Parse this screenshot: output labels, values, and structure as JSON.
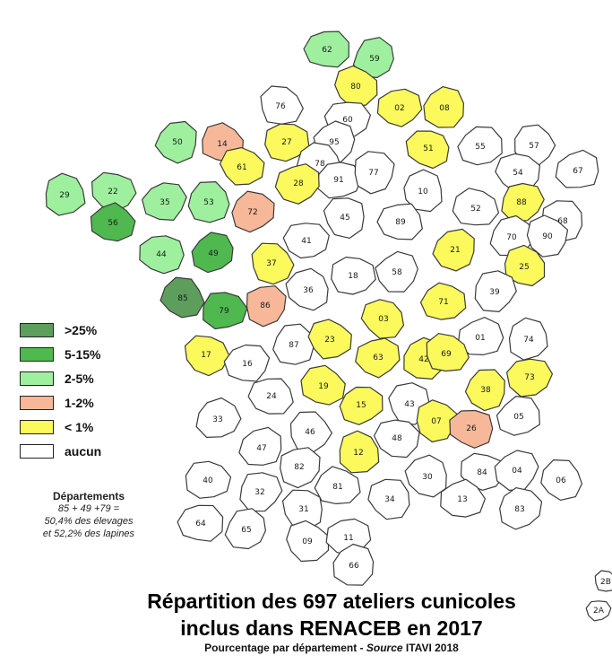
{
  "title": {
    "line1": "Répartition des 697 ateliers cunicoles",
    "line2": "inclus dans RENACEB en 2017",
    "subtitle_prefix": "Pourcentage par département - ",
    "subtitle_source_word": "Source",
    "subtitle_suffix": " ITAVI 2018"
  },
  "legend": [
    {
      "label": ">25%",
      "color": "#5d9e5d"
    },
    {
      "label": "5-15%",
      "color": "#4fb94f"
    },
    {
      "label": "2-5%",
      "color": "#9ef09e"
    },
    {
      "label": "1-2%",
      "color": "#f7b89a"
    },
    {
      "label": "< 1%",
      "color": "#fbf95c"
    },
    {
      "label": "aucun",
      "color": "#ffffff"
    }
  ],
  "note": {
    "title": "Départements",
    "line1": "85 + 49 +79 =",
    "line2": "50,4% des élevages",
    "line3": "et 52,2% des lapines"
  },
  "departments": [
    {
      "code": "62",
      "class": 2
    },
    {
      "code": "59",
      "class": 2
    },
    {
      "code": "80",
      "class": 4
    },
    {
      "code": "02",
      "class": 4
    },
    {
      "code": "08",
      "class": 4
    },
    {
      "code": "76",
      "class": 5
    },
    {
      "code": "60",
      "class": 5
    },
    {
      "code": "50",
      "class": 2
    },
    {
      "code": "14",
      "class": 3
    },
    {
      "code": "27",
      "class": 4
    },
    {
      "code": "95",
      "class": 5
    },
    {
      "code": "78",
      "class": 5
    },
    {
      "code": "91",
      "class": 5
    },
    {
      "code": "77",
      "class": 5
    },
    {
      "code": "51",
      "class": 4
    },
    {
      "code": "55",
      "class": 5
    },
    {
      "code": "57",
      "class": 5
    },
    {
      "code": "54",
      "class": 5
    },
    {
      "code": "67",
      "class": 5
    },
    {
      "code": "29",
      "class": 2
    },
    {
      "code": "22",
      "class": 2
    },
    {
      "code": "35",
      "class": 2
    },
    {
      "code": "53",
      "class": 2
    },
    {
      "code": "61",
      "class": 4
    },
    {
      "code": "28",
      "class": 4
    },
    {
      "code": "10",
      "class": 5
    },
    {
      "code": "52",
      "class": 5
    },
    {
      "code": "88",
      "class": 4
    },
    {
      "code": "68",
      "class": 5
    },
    {
      "code": "56",
      "class": 1
    },
    {
      "code": "72",
      "class": 3
    },
    {
      "code": "45",
      "class": 5
    },
    {
      "code": "89",
      "class": 5
    },
    {
      "code": "70",
      "class": 5
    },
    {
      "code": "90",
      "class": 5
    },
    {
      "code": "44",
      "class": 2
    },
    {
      "code": "49",
      "class": 1
    },
    {
      "code": "37",
      "class": 4
    },
    {
      "code": "41",
      "class": 5
    },
    {
      "code": "21",
      "class": 4
    },
    {
      "code": "25",
      "class": 4
    },
    {
      "code": "18",
      "class": 5
    },
    {
      "code": "58",
      "class": 5
    },
    {
      "code": "85",
      "class": 0
    },
    {
      "code": "79",
      "class": 1
    },
    {
      "code": "86",
      "class": 3
    },
    {
      "code": "36",
      "class": 5
    },
    {
      "code": "71",
      "class": 4
    },
    {
      "code": "39",
      "class": 5
    },
    {
      "code": "03",
      "class": 4
    },
    {
      "code": "01",
      "class": 5
    },
    {
      "code": "74",
      "class": 5
    },
    {
      "code": "17",
      "class": 4
    },
    {
      "code": "16",
      "class": 5
    },
    {
      "code": "87",
      "class": 5
    },
    {
      "code": "23",
      "class": 4
    },
    {
      "code": "63",
      "class": 4
    },
    {
      "code": "42",
      "class": 4
    },
    {
      "code": "69",
      "class": 4
    },
    {
      "code": "73",
      "class": 4
    },
    {
      "code": "38",
      "class": 4
    },
    {
      "code": "19",
      "class": 4
    },
    {
      "code": "15",
      "class": 4
    },
    {
      "code": "43",
      "class": 5
    },
    {
      "code": "24",
      "class": 5
    },
    {
      "code": "33",
      "class": 5
    },
    {
      "code": "07",
      "class": 4
    },
    {
      "code": "26",
      "class": 3
    },
    {
      "code": "05",
      "class": 5
    },
    {
      "code": "46",
      "class": 5
    },
    {
      "code": "48",
      "class": 5
    },
    {
      "code": "47",
      "class": 5
    },
    {
      "code": "12",
      "class": 4
    },
    {
      "code": "84",
      "class": 5
    },
    {
      "code": "04",
      "class": 5
    },
    {
      "code": "06",
      "class": 5
    },
    {
      "code": "40",
      "class": 5
    },
    {
      "code": "82",
      "class": 5
    },
    {
      "code": "30",
      "class": 5
    },
    {
      "code": "81",
      "class": 5
    },
    {
      "code": "32",
      "class": 5
    },
    {
      "code": "34",
      "class": 5
    },
    {
      "code": "13",
      "class": 5
    },
    {
      "code": "83",
      "class": 5
    },
    {
      "code": "31",
      "class": 5
    },
    {
      "code": "64",
      "class": 5
    },
    {
      "code": "65",
      "class": 5
    },
    {
      "code": "09",
      "class": 5
    },
    {
      "code": "11",
      "class": 5
    },
    {
      "code": "66",
      "class": 5
    },
    {
      "code": "2B",
      "class": 5
    },
    {
      "code": "2A",
      "class": 5
    }
  ]
}
